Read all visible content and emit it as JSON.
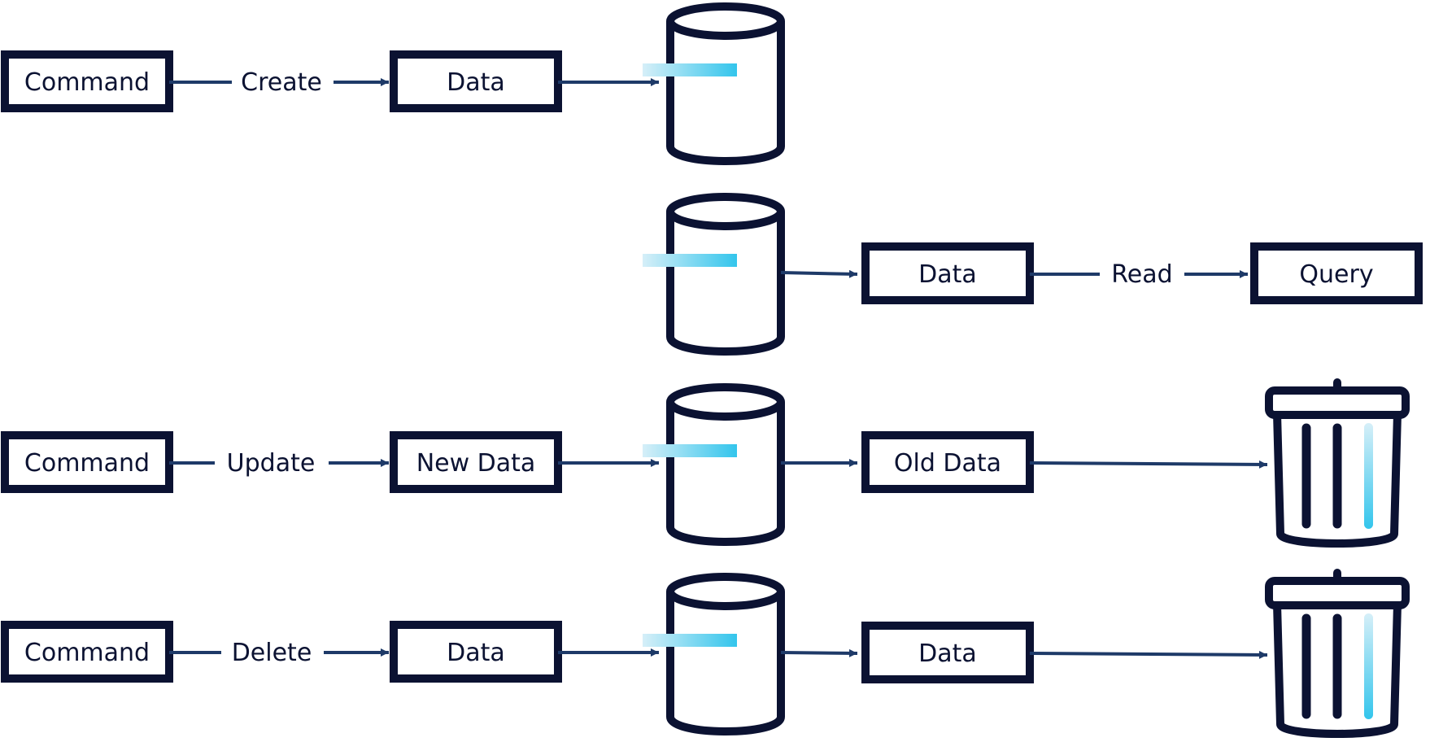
{
  "colors": {
    "ink": "#0b1232",
    "arrow": "#1e3a68",
    "accent_light": "#d6eff8",
    "accent": "#33c5ec",
    "background": "#ffffff"
  },
  "icons": {
    "database": "database-cylinder-icon",
    "trash": "trash-can-icon"
  },
  "rows": {
    "create": {
      "source": "Command",
      "operation": "Create",
      "payload": "Data"
    },
    "read": {
      "result": "Data",
      "operation": "Read",
      "target": "Query"
    },
    "update": {
      "source": "Command",
      "operation": "Update",
      "payload": "New Data",
      "result": "Old Data"
    },
    "delete": {
      "source": "Command",
      "operation": "Delete",
      "payload": "Data",
      "result": "Data"
    }
  }
}
